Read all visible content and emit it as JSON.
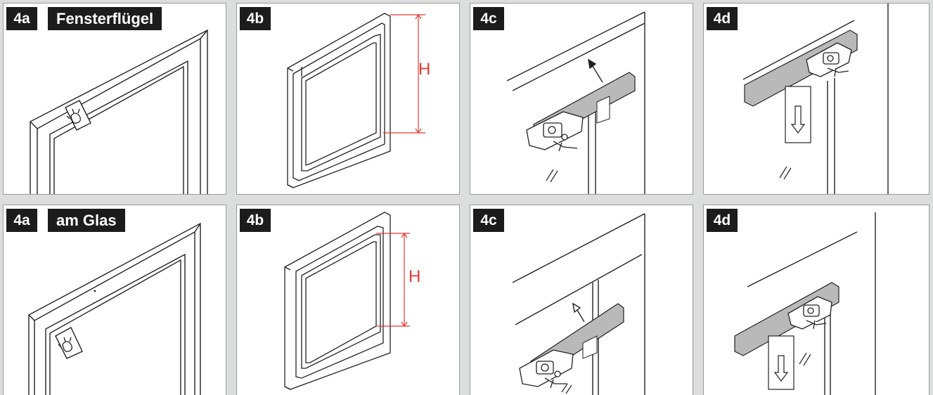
{
  "colors": {
    "background": "#dcdedd",
    "panel": "#ffffff",
    "label_bg": "#1c1c1c",
    "label_text": "#ffffff",
    "line": "#222222",
    "rail": "#b9b9b9",
    "dimension": "#e53935"
  },
  "rows": [
    {
      "title": "Fensterflügel",
      "steps": [
        {
          "label": "4a"
        },
        {
          "label": "4b",
          "dimension_label": "H"
        },
        {
          "label": "4c"
        },
        {
          "label": "4d"
        }
      ]
    },
    {
      "title": "am Glas",
      "steps": [
        {
          "label": "4a"
        },
        {
          "label": "4b",
          "dimension_label": "H"
        },
        {
          "label": "4c"
        },
        {
          "label": "4d"
        }
      ]
    }
  ],
  "icons": {
    "cleaning": "cleaning-cloth-icon",
    "arrow_up": "arrow-up-right-icon",
    "arrow_down": "arrow-down-icon",
    "glass": "glass-hatch-icon"
  }
}
